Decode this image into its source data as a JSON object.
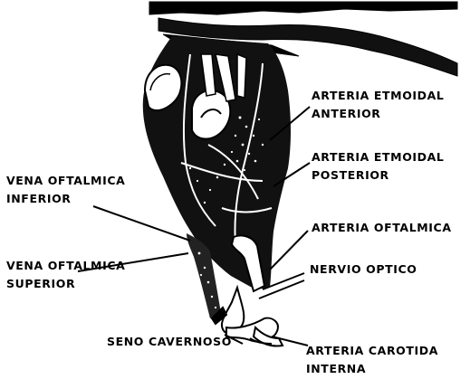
{
  "labels": {
    "arteria_etmoidal_anterior": {
      "line1": "ARTERIA ETMOIDAL",
      "line2": "ANTERIOR"
    },
    "arteria_etmoidal_posterior": {
      "line1": "ARTERIA ETMOIDAL",
      "line2": "POSTERIOR"
    },
    "vena_oftalmica_inferior": {
      "line1": "VENA OFTALMICA",
      "line2": "INFERIOR"
    },
    "arteria_oftalmica": {
      "line1": "ARTERIA OFTALMICA"
    },
    "nervio_optico": {
      "line1": "NERVIO OPTICO"
    },
    "vena_oftalmica_superior": {
      "line1": "VENA OFTALMICA",
      "line2": "SUPERIOR"
    },
    "seno_cavernoso": {
      "line1": "SENO CAVERNOSO"
    },
    "arteria_carotida_interna": {
      "line1": "ARTERIA CAROTIDA",
      "line2": "INTERNA"
    }
  },
  "colors": {
    "ink": "#000000",
    "paper": "#ffffff"
  }
}
